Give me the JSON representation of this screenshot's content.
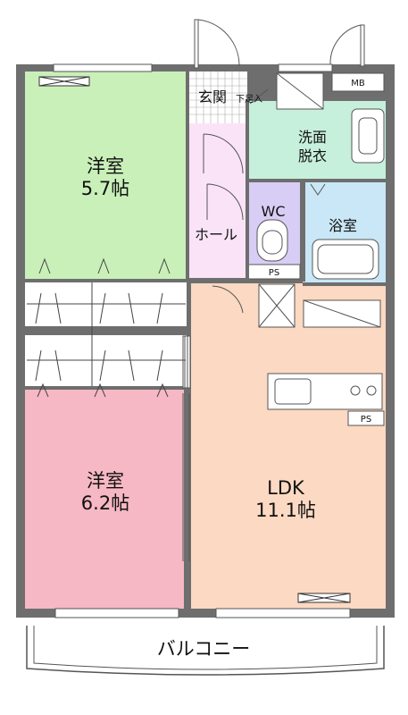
{
  "rooms": {
    "western_room_1": {
      "name": "洋室",
      "size": "5.7帖",
      "color": "#c9f0b9"
    },
    "western_room_2": {
      "name": "洋室",
      "size": "6.2帖",
      "color": "#f6b8c4"
    },
    "ldk": {
      "name": "LDK",
      "size": "11.1帖",
      "color": "#fbd9c2"
    },
    "entrance": {
      "name": "玄関",
      "note": "下足入"
    },
    "hall": {
      "name": "ホール",
      "color": "#fae3f7"
    },
    "washroom": {
      "name_line1": "洗面",
      "name_line2": "脱衣",
      "color": "#c7f0dc"
    },
    "wc": {
      "name": "WC",
      "color": "#d8cdf5"
    },
    "bathroom": {
      "name": "浴室",
      "color": "#c9e7f6"
    }
  },
  "labels": {
    "mb": "MB",
    "ps_wc": "PS",
    "ps_kitchen": "PS",
    "balcony": "バルコニー"
  },
  "colors": {
    "wall": "#6e6e6e",
    "closet": "#ffffff",
    "line": "#555555"
  }
}
